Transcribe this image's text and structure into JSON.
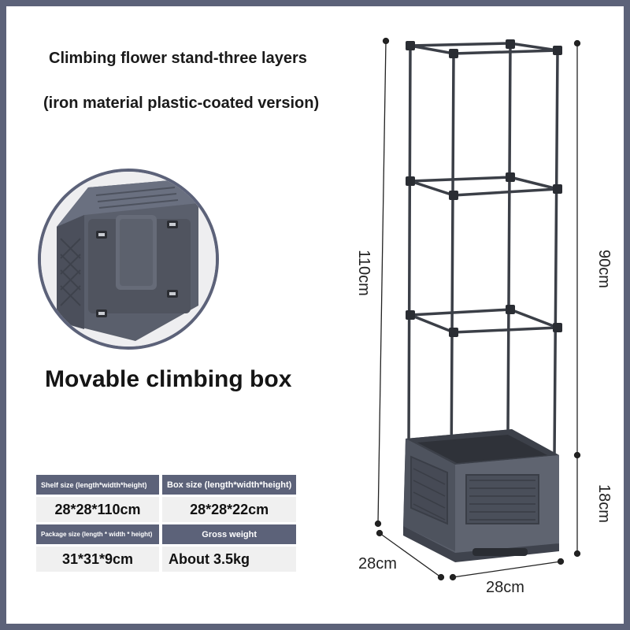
{
  "title_line1": "Climbing flower stand-three layers",
  "title_line2": "(iron material plastic-coated version)",
  "inset_caption": "Movable climbing box",
  "specs": {
    "shelf_size_label": "Shelf size (length*width*height)",
    "box_size_label": "Box size (length*width*height)",
    "shelf_size_value": "28*28*110cm",
    "box_size_value": "28*28*22cm",
    "package_size_label": "Package size (length * width * height)",
    "gross_weight_label": "Gross weight",
    "package_size_value": "31*31*9cm",
    "gross_weight_value": "About 3.5kg"
  },
  "dimensions": {
    "total_height": "110cm",
    "frame_height": "90cm",
    "box_height": "18cm",
    "depth": "28cm",
    "width": "28cm"
  },
  "colors": {
    "border": "#5c6279",
    "frame": "#3b3f47",
    "box": "#565b67",
    "table_header": "#5c6279"
  }
}
